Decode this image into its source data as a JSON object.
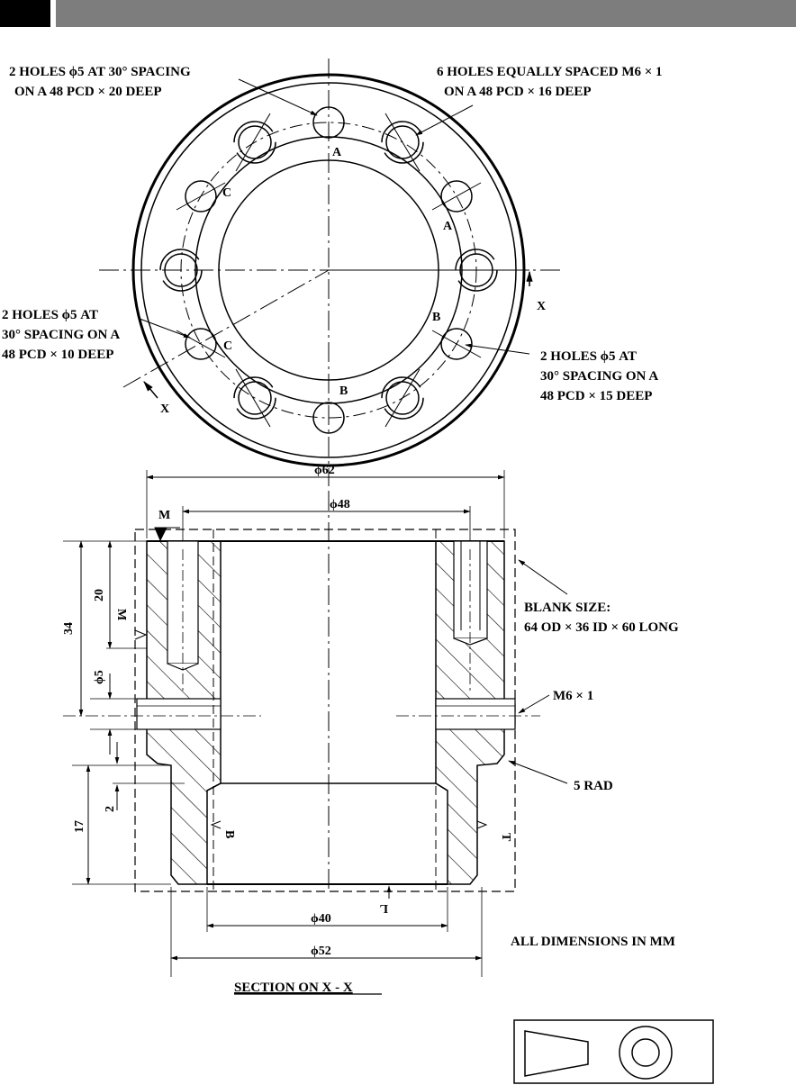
{
  "top_view": {
    "note_a_line1": "2 HOLES ϕ5 AT 30° SPACING",
    "note_a_line2": "ON A 48 PCD × 20 DEEP",
    "note_m6_line1": "6 HOLES EQUALLY SPACED M6 × 1",
    "note_m6_line2": "ON A 48 PCD × 16 DEEP",
    "note_c_line1": "2 HOLES ϕ5 AT",
    "note_c_line2": "30° SPACING ON A",
    "note_c_line3": "48 PCD × 10 DEEP",
    "note_b_line1": "2 HOLES ϕ5 AT",
    "note_b_line2": "30° SPACING ON A",
    "note_b_line3": "48 PCD × 15 DEEP",
    "hole_a": "A",
    "hole_b": "B",
    "hole_c": "C",
    "section_mark": "X"
  },
  "section_view": {
    "dim_62": "ϕ62",
    "dim_48": "ϕ48",
    "dim_40": "ϕ40",
    "dim_52": "ϕ52",
    "dim_34": "34",
    "dim_20": "20",
    "dim_5": "ϕ5",
    "dim_17": "17",
    "dim_2": "2",
    "finish_m": "M",
    "finish_b": "B",
    "finish_t": "T",
    "finish_l": "L",
    "blank_line1": "BLANK SIZE:",
    "blank_line2": "64 OD × 36 ID × 60 LONG",
    "thread_note": "M6 × 1",
    "radius_note": "5 RAD",
    "units_note": "ALL DIMENSIONS IN MM",
    "section_title": "SECTION ON X - X"
  }
}
